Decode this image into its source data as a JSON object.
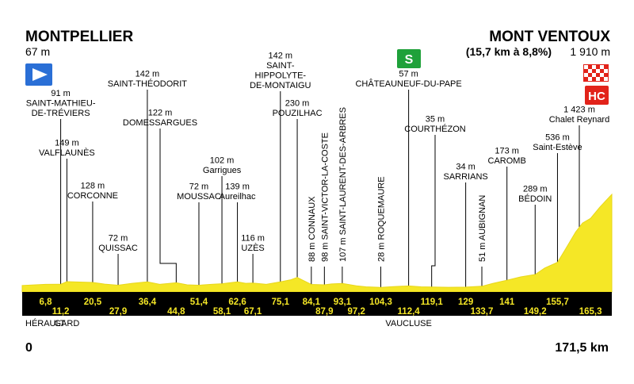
{
  "stage": {
    "start": {
      "name": "MONTPELLIER",
      "alt": "67 m",
      "km": "0"
    },
    "finish": {
      "name": "MONT VENTOUX",
      "climb": "(15,7 km à 8,8%)",
      "alt": "1 910 m",
      "km": "171,5 km"
    },
    "sprint_letter": "S",
    "hc_label": "HC"
  },
  "colors": {
    "profile": "#f5e726",
    "band": "#000000",
    "km_text": "#f5e726",
    "sprint": "#1fa13a",
    "hc": "#e2231a",
    "start": "#2a6fd6"
  },
  "chart_data": {
    "type": "area",
    "xlim": [
      0,
      171.5
    ],
    "ylim": [
      0,
      1910
    ],
    "profile": [
      {
        "km": 0,
        "alt": 67
      },
      {
        "km": 6.8,
        "alt": 90
      },
      {
        "km": 11.2,
        "alt": 91
      },
      {
        "km": 13,
        "alt": 145
      },
      {
        "km": 20.5,
        "alt": 128
      },
      {
        "km": 24,
        "alt": 95
      },
      {
        "km": 27.9,
        "alt": 72
      },
      {
        "km": 32,
        "alt": 110
      },
      {
        "km": 36.4,
        "alt": 142
      },
      {
        "km": 40,
        "alt": 90
      },
      {
        "km": 44.8,
        "alt": 122
      },
      {
        "km": 48,
        "alt": 80
      },
      {
        "km": 51.4,
        "alt": 72
      },
      {
        "km": 55,
        "alt": 90
      },
      {
        "km": 58.1,
        "alt": 102
      },
      {
        "km": 62.6,
        "alt": 139
      },
      {
        "km": 65,
        "alt": 110
      },
      {
        "km": 67.1,
        "alt": 116
      },
      {
        "km": 71,
        "alt": 90
      },
      {
        "km": 75.1,
        "alt": 142
      },
      {
        "km": 78,
        "alt": 180
      },
      {
        "km": 80,
        "alt": 230
      },
      {
        "km": 84.1,
        "alt": 88
      },
      {
        "km": 87.9,
        "alt": 80
      },
      {
        "km": 90,
        "alt": 98
      },
      {
        "km": 93.1,
        "alt": 107
      },
      {
        "km": 97.2,
        "alt": 60
      },
      {
        "km": 100,
        "alt": 40
      },
      {
        "km": 104.3,
        "alt": 28
      },
      {
        "km": 108,
        "alt": 45
      },
      {
        "km": 112.4,
        "alt": 57
      },
      {
        "km": 116,
        "alt": 40
      },
      {
        "km": 119.1,
        "alt": 35
      },
      {
        "km": 124,
        "alt": 30
      },
      {
        "km": 129,
        "alt": 34
      },
      {
        "km": 133.7,
        "alt": 51
      },
      {
        "km": 137,
        "alt": 110
      },
      {
        "km": 141,
        "alt": 173
      },
      {
        "km": 145,
        "alt": 240
      },
      {
        "km": 149.2,
        "alt": 289
      },
      {
        "km": 152,
        "alt": 420
      },
      {
        "km": 155.7,
        "alt": 536
      },
      {
        "km": 158,
        "alt": 800
      },
      {
        "km": 161,
        "alt": 1150
      },
      {
        "km": 163,
        "alt": 1330
      },
      {
        "km": 165.3,
        "alt": 1423
      },
      {
        "km": 168,
        "alt": 1650
      },
      {
        "km": 171.5,
        "alt": 1910
      }
    ],
    "km_marks_upper": [
      "6,8",
      "20,5",
      "36,4",
      "51,4",
      "62,6",
      "75,1",
      "84,1",
      "93,1",
      "104,3",
      "119,1",
      "129",
      "141",
      "155,7"
    ],
    "km_marks_upper_values": [
      6.8,
      20.5,
      36.4,
      51.4,
      62.6,
      75.1,
      84.1,
      93.1,
      104.3,
      119.1,
      129,
      141,
      155.7
    ],
    "km_marks_lower": [
      "11,2",
      "27,9",
      "44,8",
      "58,1",
      "67,1",
      "87,9",
      "97,2",
      "112,4",
      "133,7",
      "149,2",
      "165,3"
    ],
    "km_marks_lower_values": [
      11.2,
      27.9,
      44.8,
      58.1,
      67.1,
      87.9,
      97.2,
      112.4,
      133.7,
      149.2,
      165.3
    ],
    "places": [
      {
        "km": 11.2,
        "lines": [
          "91 m",
          "SAINT-MATHIEU-",
          "DE-TRÉVIERS"
        ],
        "stem_top": 150
      },
      {
        "km": 13,
        "lines": [
          "149 m",
          "VALFLAUNÈS"
        ],
        "stem_top": 200
      },
      {
        "km": 20.5,
        "lines": [
          "128 m",
          "CORCONNE"
        ],
        "stem_top": 254
      },
      {
        "km": 27.9,
        "lines": [
          "72 m",
          "QUISSAC"
        ],
        "stem_top": 320
      },
      {
        "km": 36.4,
        "lines": [
          "142 m",
          "SAINT-THÉODORIT"
        ],
        "stem_top": 113
      },
      {
        "km": 44.8,
        "lines": [
          "122 m",
          "DOMESSARGUES"
        ],
        "stem_top": 162,
        "elbow": 202
      },
      {
        "km": 51.4,
        "lines": [
          "72 m",
          "MOUSSAC"
        ],
        "stem_top": 255
      },
      {
        "km": 58.1,
        "lines": [
          "102 m",
          "Garrigues"
        ],
        "stem_top": 222
      },
      {
        "km": 62.6,
        "lines": [
          "139 m",
          "Aureilhac"
        ],
        "stem_top": 255
      },
      {
        "km": 67.1,
        "lines": [
          "116 m",
          "UZÈS"
        ],
        "stem_top": 320
      },
      {
        "km": 75.1,
        "lines": [
          "142 m",
          "SAINT-",
          "HIPPOLYTE-",
          "DE-MONTAIGU"
        ],
        "stem_top": 115
      },
      {
        "km": 80,
        "lines": [
          "230 m",
          "POUZILHAC"
        ],
        "stem_top": 150
      },
      {
        "km": 112.4,
        "lines": [
          "57 m",
          "CHÂTEAUNEUF-DU-PAPE"
        ],
        "stem_top": 113
      },
      {
        "km": 119.1,
        "lines": [
          "35 m",
          "COURTHÉZON"
        ],
        "stem_top": 170,
        "elbow": 549
      },
      {
        "km": 129,
        "lines": [
          "34 m",
          "SARRIANS"
        ],
        "stem_top": 230
      },
      {
        "km": 141,
        "lines": [
          "173 m",
          "CAROMB"
        ],
        "stem_top": 210
      },
      {
        "km": 149.2,
        "lines": [
          "289 m",
          "BÉDOIN"
        ],
        "stem_top": 258
      },
      {
        "km": 155.7,
        "lines": [
          "536 m",
          "Saint-Estève"
        ],
        "stem_top": 193
      },
      {
        "km": 165.3,
        "lines": [
          "1 423 m",
          "Chalet Reynard"
        ],
        "stem_top": 158,
        "elbow": 731
      }
    ],
    "vertical_places": [
      {
        "km": 84.1,
        "text": "88 m CONNAUX"
      },
      {
        "km": 87.9,
        "text": "98 m SAINT-VICTOR-LA-COSTE"
      },
      {
        "km": 93.1,
        "text": "107 m SAINT-LAURENT-DES-ARBRES"
      },
      {
        "km": 104.3,
        "text": "28 m ROQUEMAURE"
      },
      {
        "km": 133.7,
        "text": "51 m AUBIGNAN"
      }
    ],
    "regions": [
      {
        "name": "HÉRAULT",
        "pos": "start"
      },
      {
        "name": "GARD",
        "km": 13
      },
      {
        "name": "VAUCLUSE",
        "km": 112.4
      }
    ]
  }
}
